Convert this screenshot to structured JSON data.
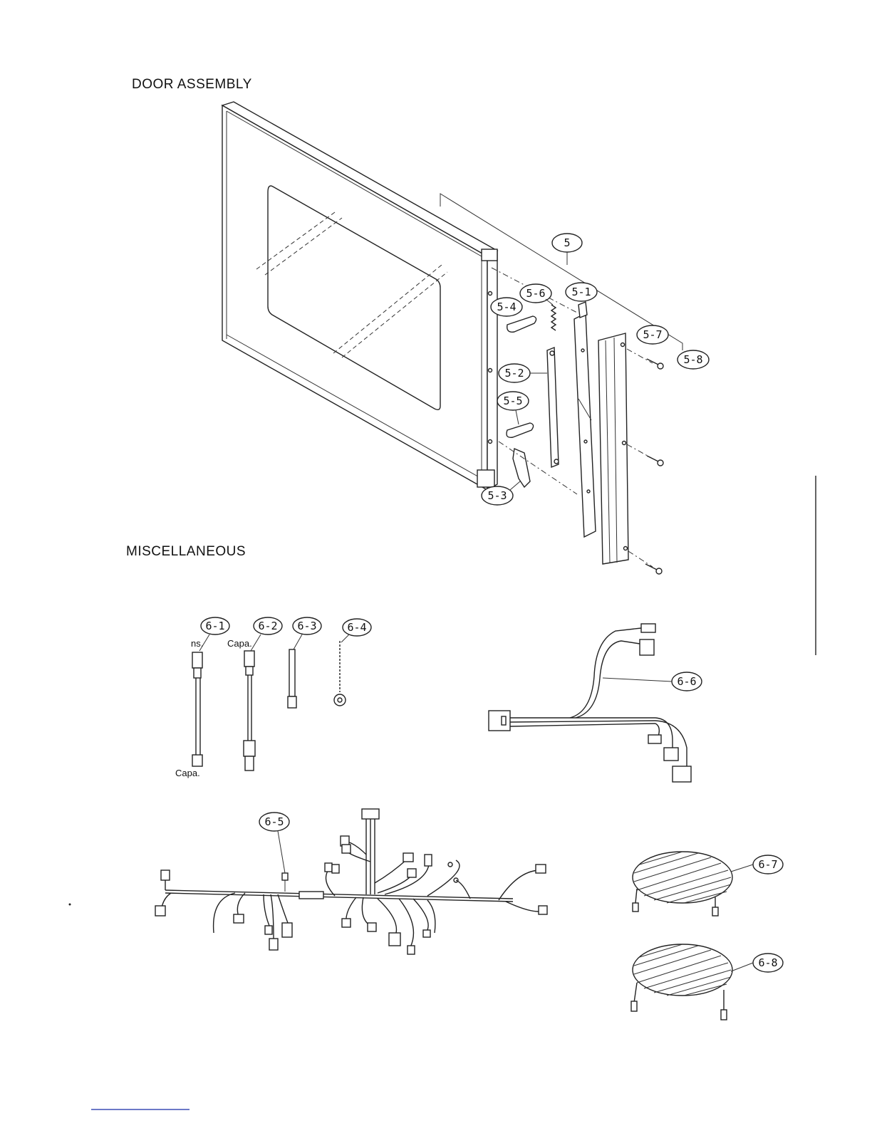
{
  "sections": {
    "door_assembly": "DOOR  ASSEMBLY",
    "miscellaneous": "MISCELLANEOUS"
  },
  "callouts": {
    "p5": "5",
    "p5_1": "5-1",
    "p5_2": "5-2",
    "p5_3": "5-3",
    "p5_4": "5-4",
    "p5_5": "5-5",
    "p5_6": "5-6",
    "p5_7": "5-7",
    "p5_8": "5-8",
    "p6_1": "6-1",
    "p6_2": "6-2",
    "p6_3": "6-3",
    "p6_4": "6-4",
    "p6_5": "6-5",
    "p6_6": "6-6",
    "p6_7": "6-7",
    "p6_8": "6-8"
  },
  "wire_labels": {
    "w6_1_top": "ns.",
    "w6_2_top": "Capa.",
    "w6_1_bottom": "Capa."
  }
}
